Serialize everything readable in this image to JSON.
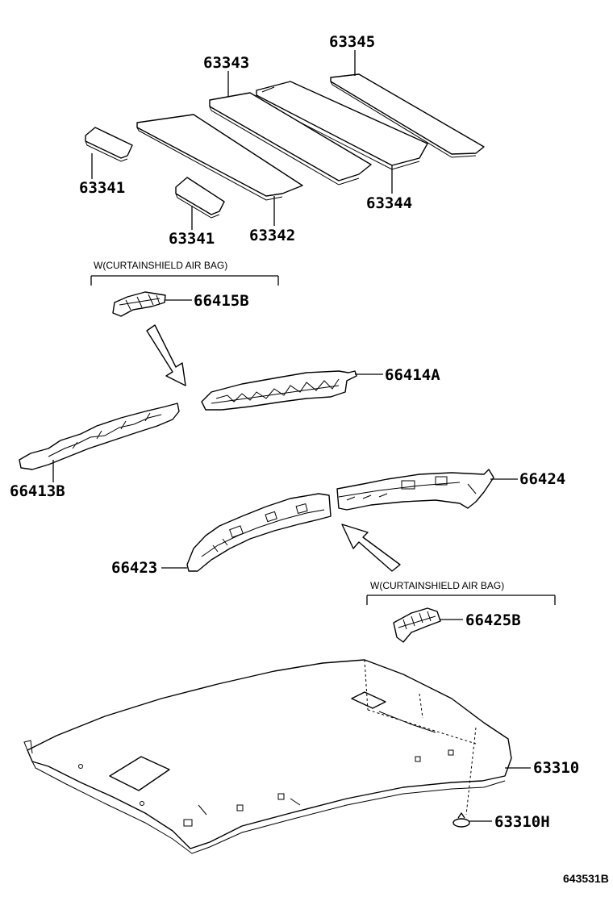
{
  "labels": {
    "p63345": "63345",
    "p63343": "63343",
    "p63341_a": "63341",
    "p63341_b": "63341",
    "p63342": "63342",
    "p63344": "63344",
    "p66415B": "66415B",
    "p66414A": "66414A",
    "p66413B": "66413B",
    "p66424": "66424",
    "p66423": "66423",
    "p66425B": "66425B",
    "p63310": "63310",
    "p63310H": "63310H"
  },
  "notes": {
    "airbag_top": "W(CURTAINSHIELD AIR BAG)",
    "airbag_bottom": "W(CURTAINSHIELD AIR BAG)"
  },
  "reference_code": "643531B"
}
